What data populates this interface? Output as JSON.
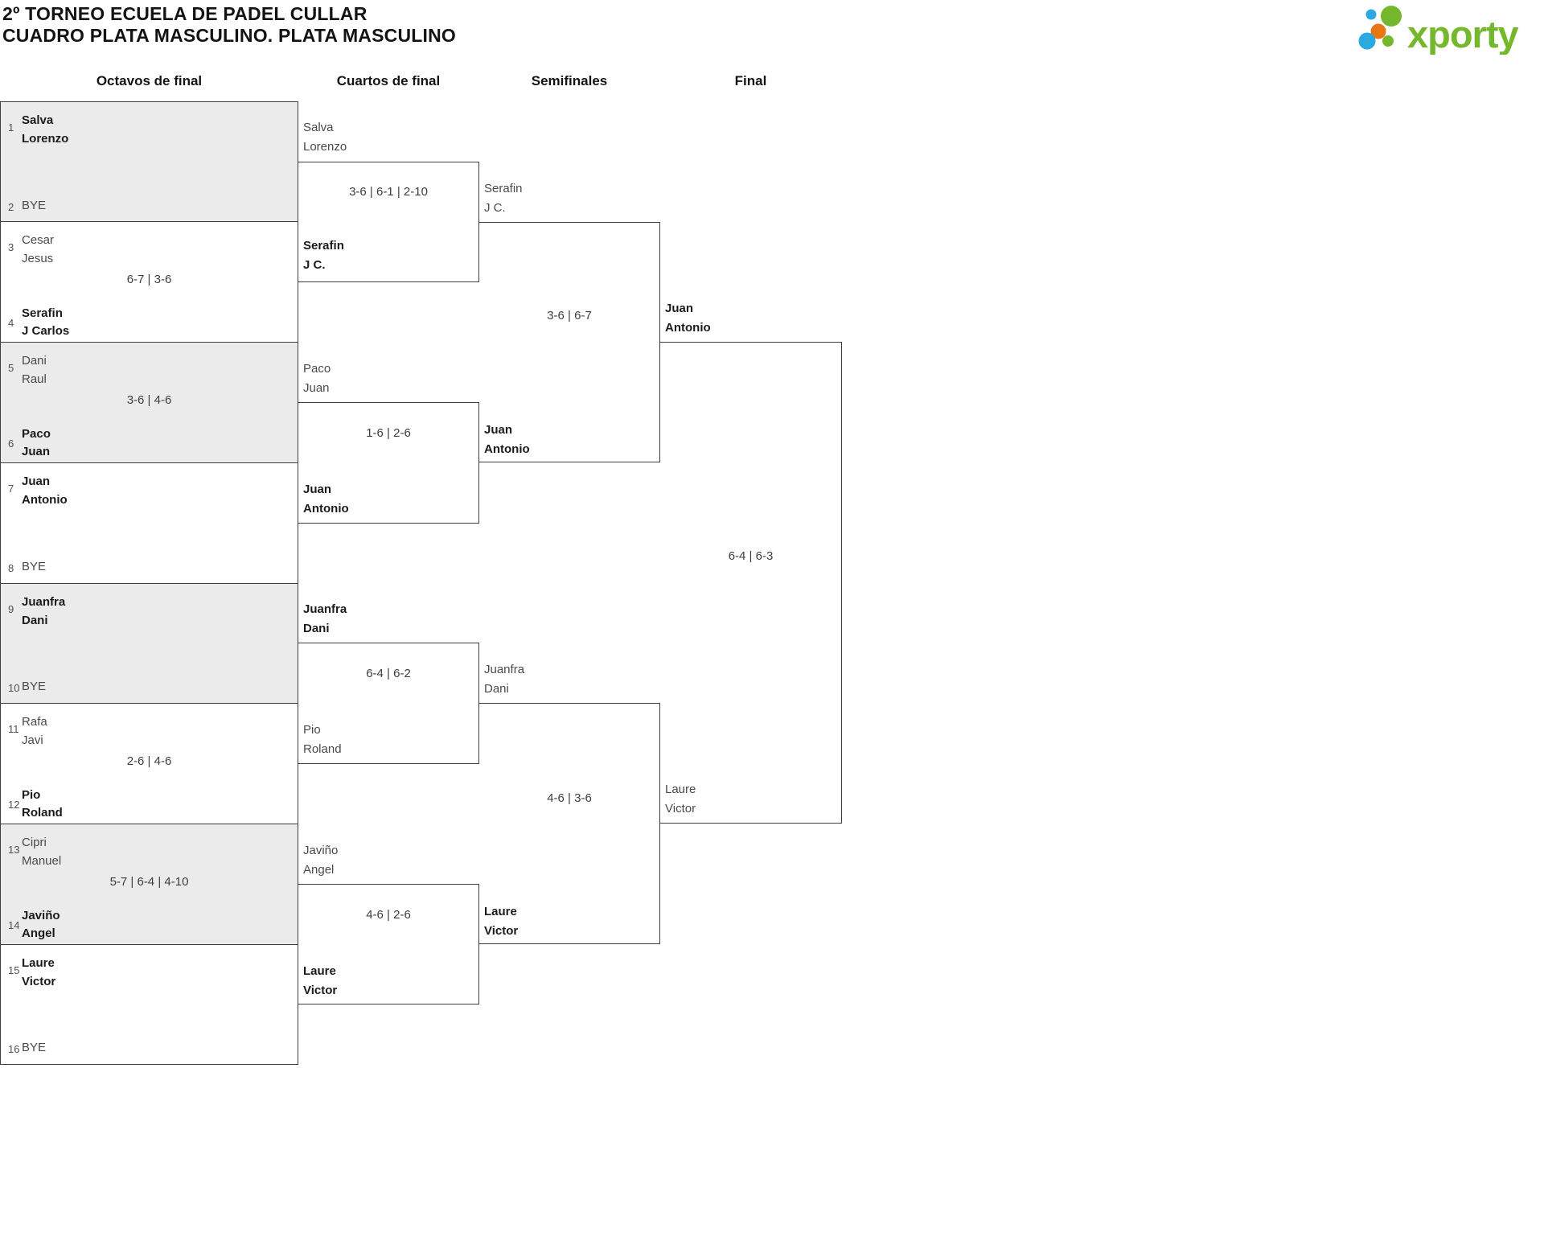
{
  "header": {
    "title_line1": "2º TORNEO ECUELA DE PADEL CULLAR",
    "title_line2": "CUADRO PLATA MASCULINO. PLATA MASCULINO",
    "logo": {
      "text": "xporty",
      "green": "#76b82d",
      "blue": "#2ba9e1",
      "orange": "#e87613"
    }
  },
  "round_headers": [
    "Octavos de final",
    "Cuartos de final",
    "Semifinales",
    "Final"
  ],
  "colors": {
    "shaded_box": "#ebebeb",
    "border": "#3e3e3e",
    "winner_text": "#1b1b1b",
    "regular_text": "#4a4a4a"
  },
  "r16": {
    "matches": [
      {
        "seed1": "1",
        "team1": [
          "Salva",
          "Lorenzo"
        ],
        "seed2": "2",
        "team2": [
          "BYE"
        ],
        "score": ""
      },
      {
        "seed1": "3",
        "team1": [
          "Cesar",
          "Jesus"
        ],
        "seed2": "4",
        "team2": [
          "Serafin",
          "J Carlos"
        ],
        "score": "6-7 | 3-6"
      },
      {
        "seed1": "5",
        "team1": [
          "Dani",
          "Raul"
        ],
        "seed2": "6",
        "team2": [
          "Paco",
          "Juan"
        ],
        "score": "3-6 | 4-6"
      },
      {
        "seed1": "7",
        "team1": [
          "Juan",
          "Antonio"
        ],
        "seed2": "8",
        "team2": [
          "BYE"
        ],
        "score": ""
      },
      {
        "seed1": "9",
        "team1": [
          "Juanfra",
          "Dani"
        ],
        "seed2": "10",
        "team2": [
          "BYE"
        ],
        "score": ""
      },
      {
        "seed1": "11",
        "team1": [
          "Rafa",
          "Javi"
        ],
        "seed2": "12",
        "team2": [
          "Pio",
          "Roland"
        ],
        "score": "2-6 | 4-6"
      },
      {
        "seed1": "13",
        "team1": [
          "Cipri",
          "Manuel"
        ],
        "seed2": "14",
        "team2": [
          "Javiño",
          "Angel"
        ],
        "score": "5-7 | 6-4 | 4-10"
      },
      {
        "seed1": "15",
        "team1": [
          "Laure",
          "Victor"
        ],
        "seed2": "16",
        "team2": [
          "BYE"
        ],
        "score": ""
      }
    ]
  },
  "quarterfinals": [
    {
      "team1": [
        "Salva",
        "Lorenzo"
      ],
      "score": "3-6 | 6-1 | 2-10",
      "team2": [
        "Serafin",
        "J C."
      ]
    },
    {
      "team1": [
        "Paco",
        "Juan"
      ],
      "score": "1-6 | 2-6",
      "team2": [
        "Juan",
        "Antonio"
      ]
    },
    {
      "team1": [
        "Juanfra",
        "Dani"
      ],
      "score": "6-4 | 6-2",
      "team2": [
        "Pio",
        "Roland"
      ]
    },
    {
      "team1": [
        "Javiño",
        "Angel"
      ],
      "score": "4-6 | 2-6",
      "team2": [
        "Laure",
        "Victor"
      ]
    }
  ],
  "semifinals": [
    {
      "team1": [
        "Serafin",
        "J C."
      ],
      "score": "3-6 | 6-7",
      "team2": [
        "Juan",
        "Antonio"
      ]
    },
    {
      "team1": [
        "Juanfra",
        "Dani"
      ],
      "score": "4-6 | 3-6",
      "team2": [
        "Laure",
        "Victor"
      ]
    }
  ],
  "final": {
    "team1": [
      "Juan",
      "Antonio"
    ],
    "score": "6-4 | 6-3",
    "team2": [
      "Laure",
      "Victor"
    ]
  }
}
